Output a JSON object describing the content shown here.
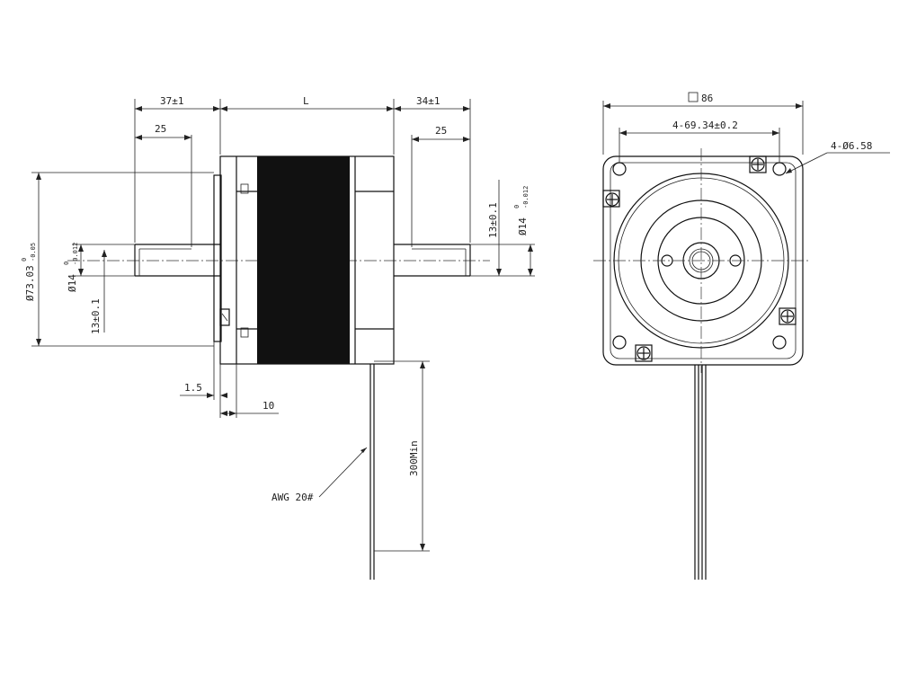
{
  "side_view": {
    "front_shaft_length": "37±1",
    "body_length": "L",
    "rear_shaft_length": "34±1",
    "front_key_length": "25",
    "rear_key_length": "25",
    "pilot_diameter": "Ø73.03",
    "pilot_tol_upper": "0",
    "pilot_tol_lower": "-0.05",
    "shaft_diameter": "Ø14",
    "shaft_tol_upper": "0",
    "shaft_tol_lower": "-0.012",
    "flat_depth": "13±0.1",
    "rear_flat_depth": "13±0.1",
    "rear_shaft_diameter": "Ø14",
    "rear_shaft_tol_upper": "0",
    "rear_shaft_tol_lower": "-0.012",
    "pilot_height": "1.5",
    "flange_thickness": "10",
    "lead_length": "300Min",
    "wire_gauge": "AWG 20#"
  },
  "front_view": {
    "flange_size": "86",
    "hole_spacing": "4-69.34±0.2",
    "hole_diameter": "4-Ø6.58"
  }
}
